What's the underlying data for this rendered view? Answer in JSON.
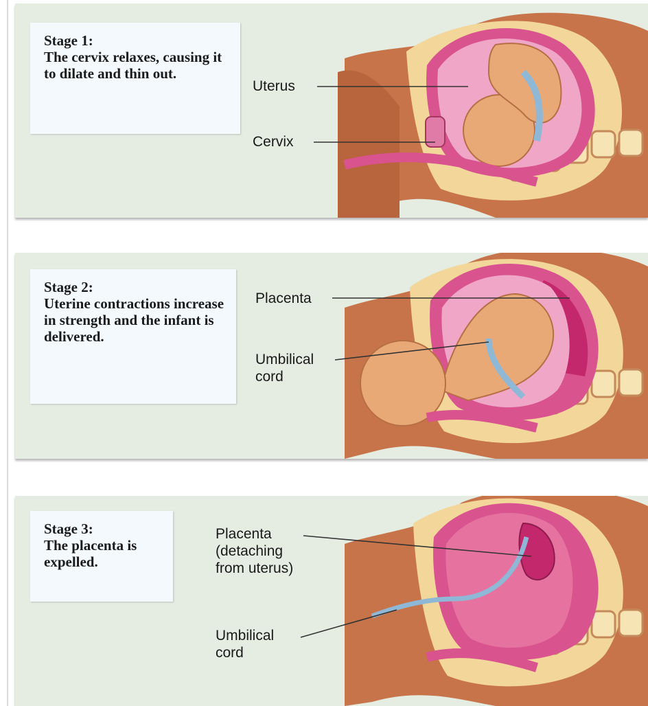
{
  "stages": [
    {
      "stage": "Stage 1:",
      "description": "The cervix relaxes, causing it to dilate and thin out.",
      "labels": {
        "first": "Uterus",
        "second": "Cervix"
      }
    },
    {
      "stage": "Stage 2:",
      "description": "Uterine contractions increase in strength and the infant is delivered.",
      "labels": {
        "first": "Placenta",
        "second": "Umbilical\ncord"
      }
    },
    {
      "stage": "Stage 3:",
      "description": "The placenta is expelled.",
      "labels": {
        "first": "Placenta\n(detaching\nfrom uterus)",
        "second": "Umbilical\ncord"
      }
    }
  ],
  "colors": {
    "panel_background": "#e5ece1",
    "caption_background": "#f4f9fd",
    "skin": "#c7744a",
    "fat_layer": "#f3d79a",
    "uterine_wall": "#d9538f",
    "fetus": "#e8a977",
    "cord": "#8fb8d6"
  }
}
